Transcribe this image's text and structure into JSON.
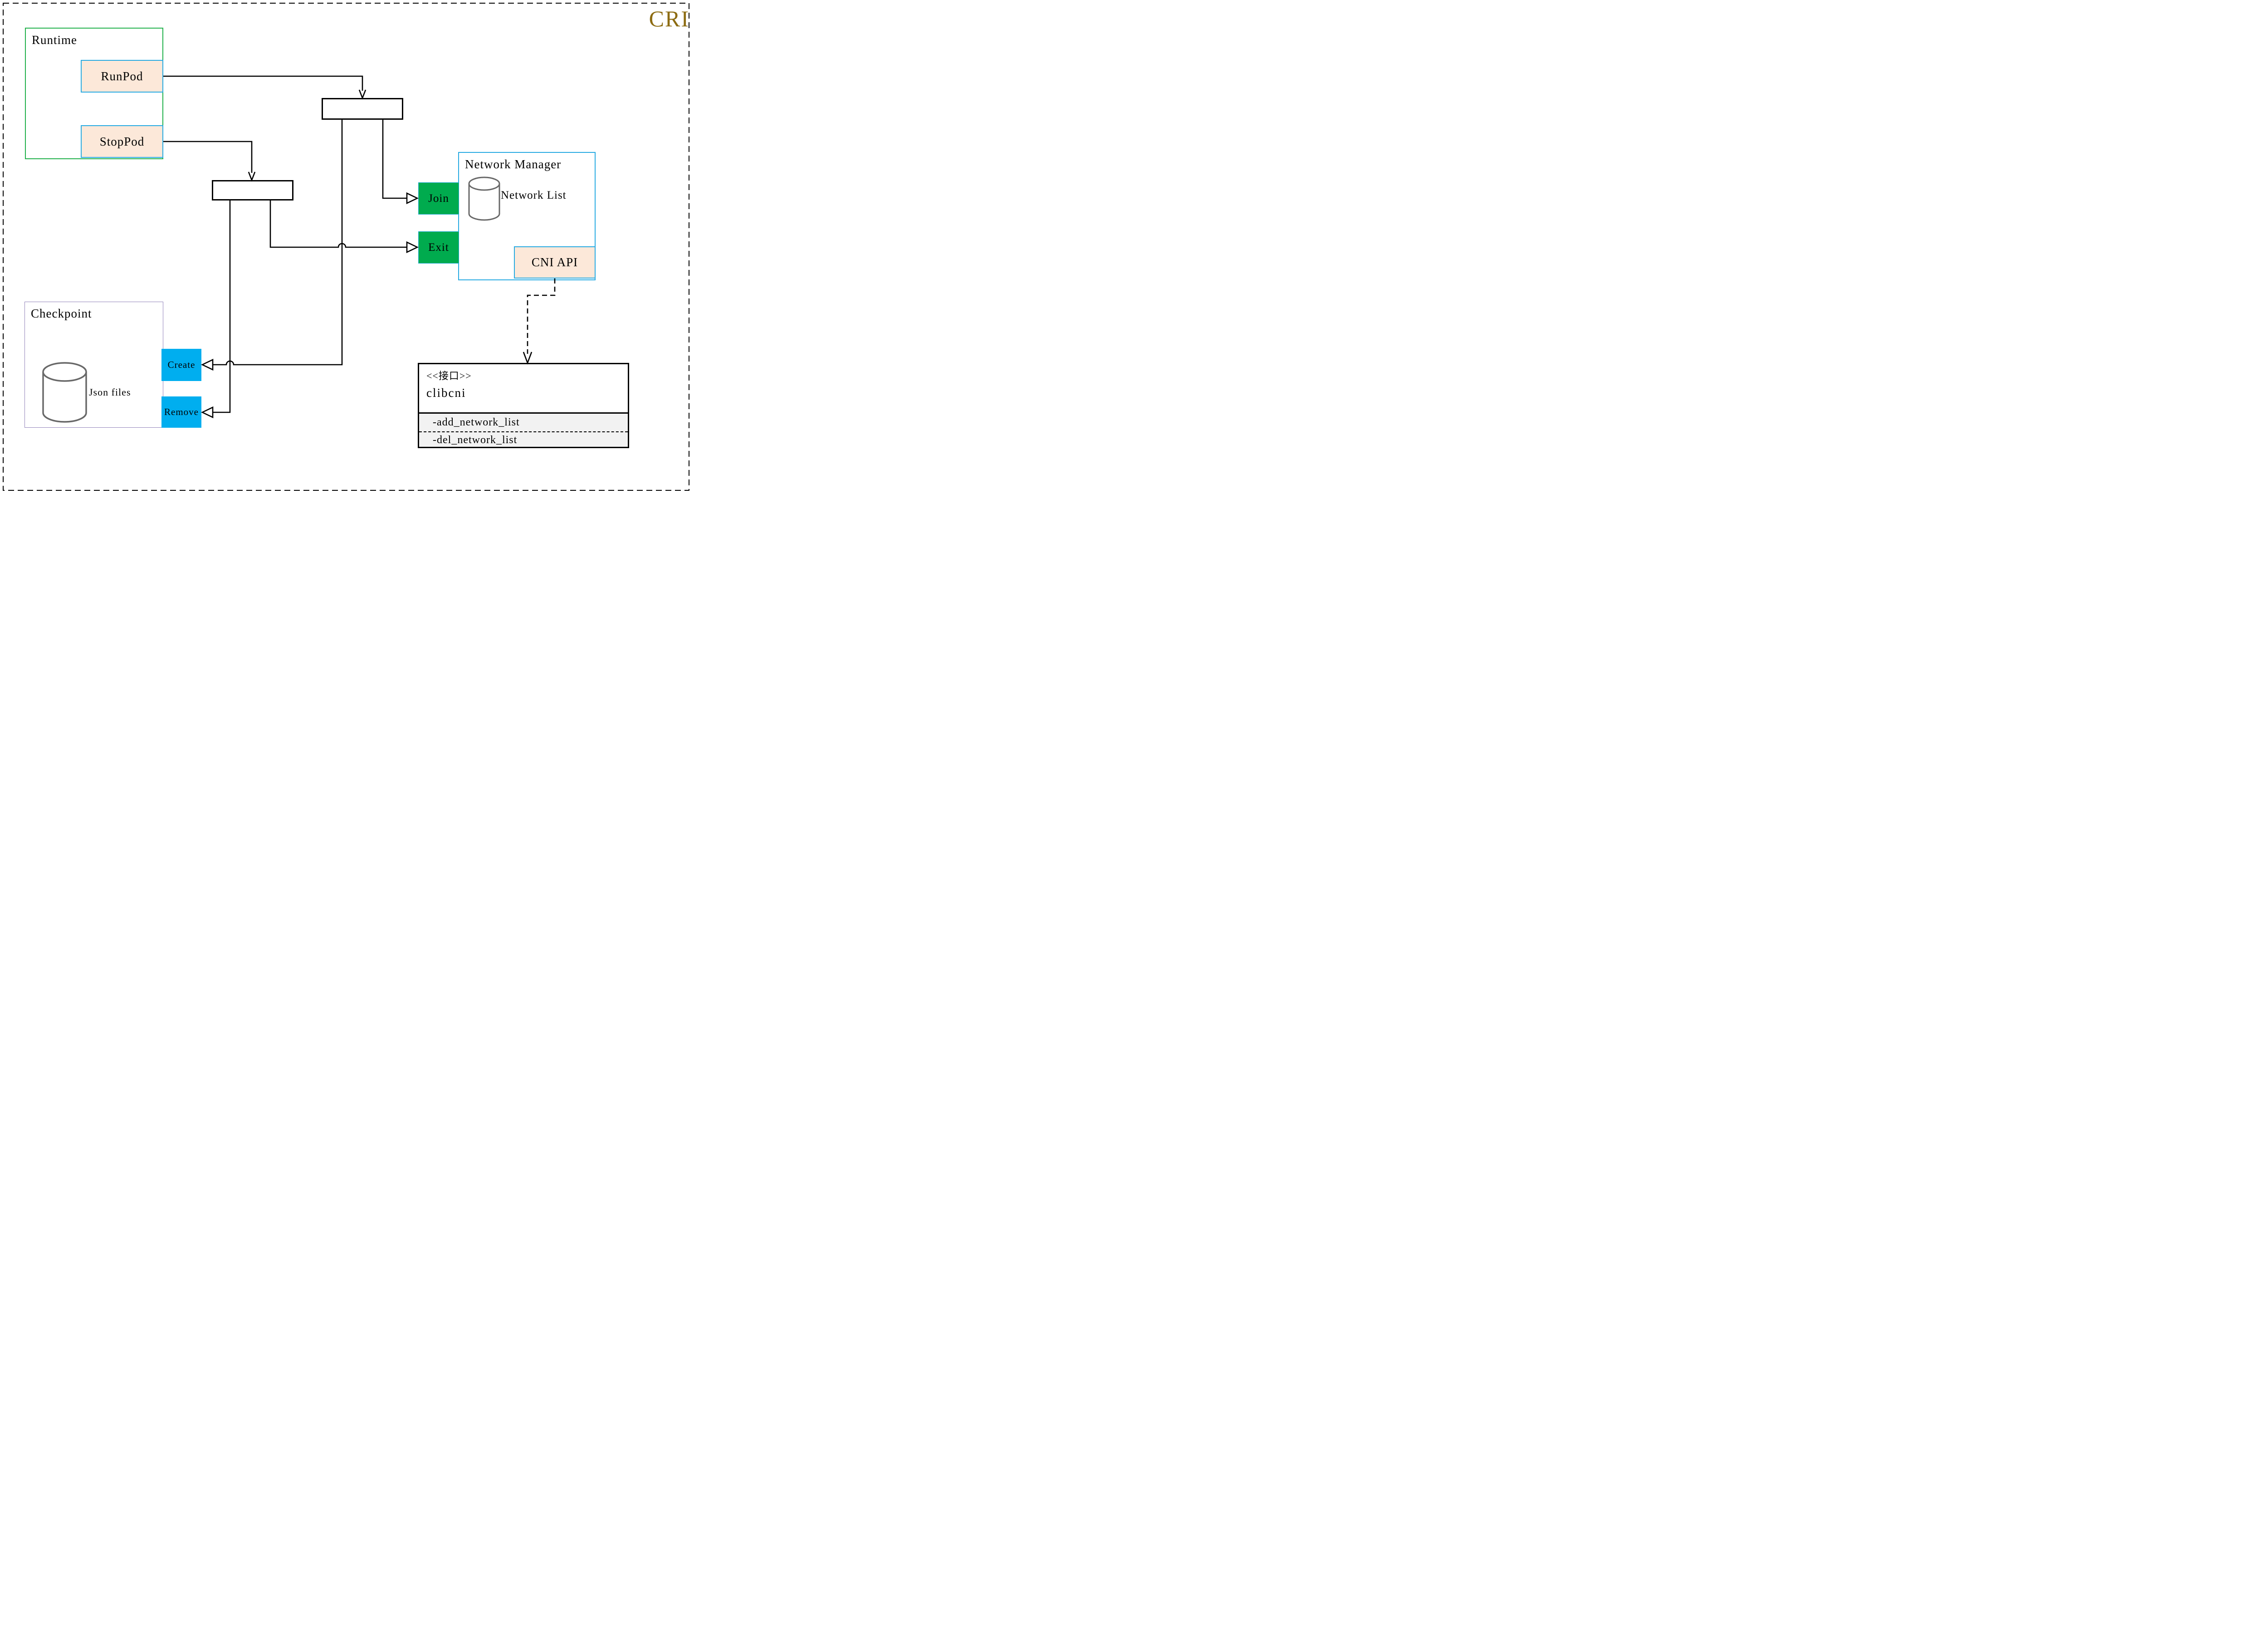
{
  "page": {
    "corner_label": "CRI",
    "accent_gold": "#8d6c12",
    "border_style": "black dashed frame"
  },
  "runtime": {
    "title": "Runtime",
    "run_pod": "RunPod",
    "stop_pod": "StopPod"
  },
  "network_manager": {
    "title": "Network Manager",
    "datastore_label": "Network List",
    "join": "Join",
    "exit": "Exit",
    "cni_api": "CNI API"
  },
  "checkpoint": {
    "title": "Checkpoint",
    "datastore_label": "Json files",
    "create": "Create",
    "remove": "Remove"
  },
  "interface": {
    "stereotype": "<<接口>>",
    "name": "clibcni",
    "methods": [
      "-add_network_list",
      "-del_network_list"
    ]
  },
  "colors": {
    "peach_fill": "#fce8d9",
    "blue_border": "#29abe2",
    "green_action": "#00ab4e",
    "cyan_action": "#00aeef",
    "runtime_border": "#22b14c",
    "checkpoint_border": "#9384bb",
    "cylinder_gray": "#686868",
    "interface_section_gray": "#f2f2f2"
  }
}
